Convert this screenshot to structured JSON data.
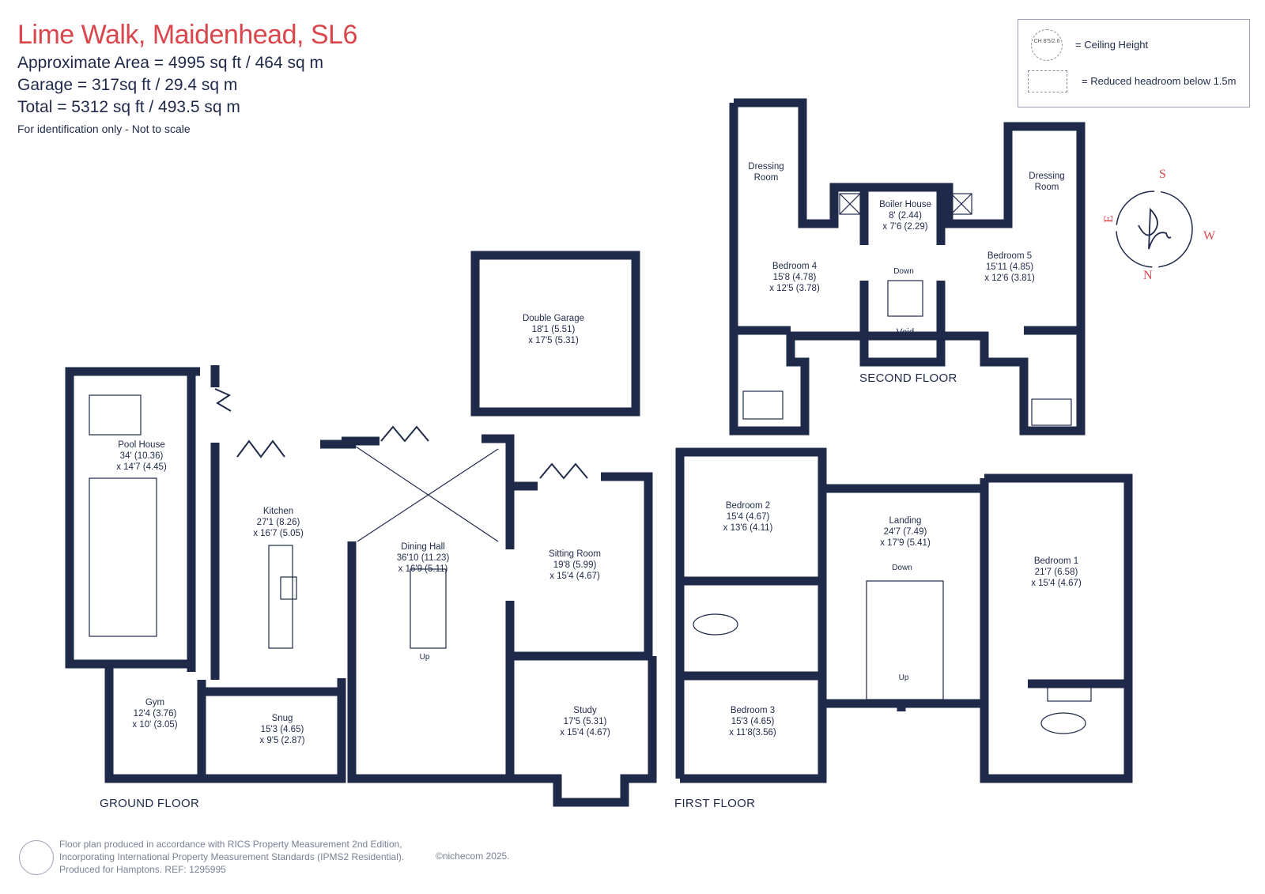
{
  "header": {
    "title": "Lime Walk, Maidenhead, SL6",
    "area": "Approximate Area = 4995 sq ft / 464 sq m",
    "garage": "Garage = 317sq ft / 29.4 sq m",
    "total": "Total = 5312 sq ft / 493.5 sq m",
    "note": "For identification only - Not to scale"
  },
  "legend": {
    "ch_icon_text": "CH 8'5/2.6",
    "ceiling_height": "= Ceiling Height",
    "reduced_headroom": "= Reduced headroom below 1.5m"
  },
  "compass": {
    "s": "S",
    "e": "E",
    "w": "W",
    "n": "N"
  },
  "floors": {
    "ground": "GROUND FLOOR",
    "first": "FIRST FLOOR",
    "second": "SECOND FLOOR"
  },
  "rooms": {
    "pool_house": {
      "name": "Pool House",
      "dim1": "34' (10.36)",
      "dim2": "x 14'7 (4.45)"
    },
    "kitchen": {
      "name": "Kitchen",
      "dim1": "27'1 (8.26)",
      "dim2": "x 16'7 (5.05)"
    },
    "dining_hall": {
      "name": "Dining Hall",
      "dim1": "36'10 (11.23)",
      "dim2": "x 16'9 (5.11)"
    },
    "sitting_room": {
      "name": "Sitting Room",
      "dim1": "19'8 (5.99)",
      "dim2": "x 15'4 (4.67)"
    },
    "study": {
      "name": "Study",
      "dim1": "17'5 (5.31)",
      "dim2": "x 15'4 (4.67)"
    },
    "gym": {
      "name": "Gym",
      "dim1": "12'4 (3.76)",
      "dim2": "x 10' (3.05)"
    },
    "snug": {
      "name": "Snug",
      "dim1": "15'3 (4.65)",
      "dim2": "x 9'5 (2.87)"
    },
    "double_garage": {
      "name": "Double Garage",
      "dim1": "18'1 (5.51)",
      "dim2": "x 17'5 (5.31)"
    },
    "bedroom2": {
      "name": "Bedroom 2",
      "dim1": "15'4 (4.67)",
      "dim2": "x 13'6 (4.11)"
    },
    "bedroom3": {
      "name": "Bedroom 3",
      "dim1": "15'3 (4.65)",
      "dim2": "x 11'8(3.56)"
    },
    "landing": {
      "name": "Landing",
      "dim1": "24'7 (7.49)",
      "dim2": "x 17'9 (5.41)"
    },
    "bedroom1": {
      "name": "Bedroom 1",
      "dim1": "21'7 (6.58)",
      "dim2": "x 15'4 (4.67)"
    },
    "bedroom4": {
      "name": "Bedroom 4",
      "dim1": "15'8 (4.78)",
      "dim2": "x 12'5 (3.78)"
    },
    "bedroom5": {
      "name": "Bedroom 5",
      "dim1": "15'11 (4.85)",
      "dim2": "x 12'6 (3.81)"
    },
    "boiler_house": {
      "name": "Boiler House",
      "dim1": "8' (2.44)",
      "dim2": "x 7'6 (2.29)"
    },
    "dressing_room_left": {
      "name": "Dressing",
      "name2": "Room"
    },
    "dressing_room_right": {
      "name": "Dressing",
      "name2": "Room"
    },
    "void": {
      "name": "Void"
    }
  },
  "stairs": {
    "ground_up": "Up",
    "first_down": "Down",
    "first_up": "Up",
    "second_down": "Down"
  },
  "footer": {
    "line1": "Floor plan produced in accordance with RICS Property Measurement 2nd Edition,",
    "line2": "Incorporating International Property Measurement Standards (IPMS2 Residential).",
    "line3": "Produced for Hamptons.   REF: 1295995",
    "copyright": "©nichecom 2025."
  },
  "colors": {
    "wall": "#1f2a4a",
    "title": "#d9474d",
    "accent": "#d9474d"
  }
}
